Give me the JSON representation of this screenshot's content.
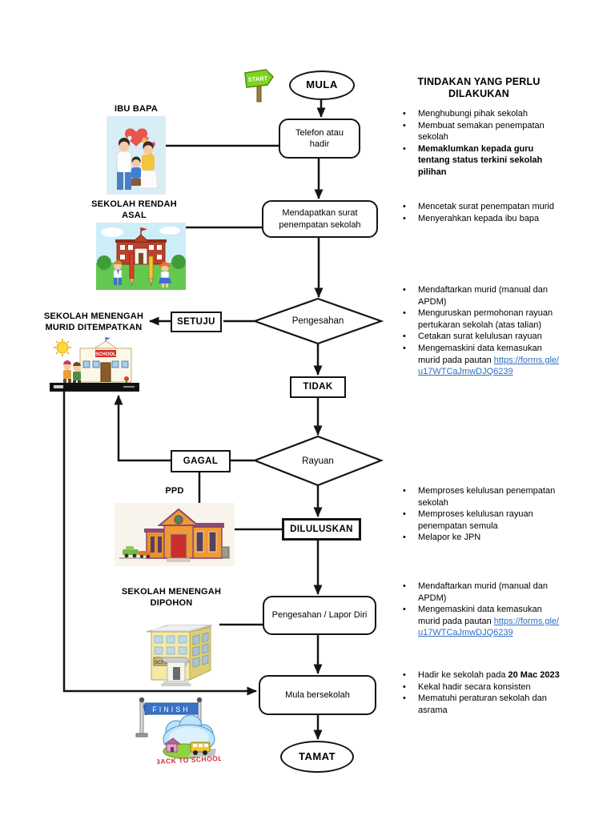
{
  "colors": {
    "link": "#2f6fc4",
    "line": "#141414",
    "text": "#000000"
  },
  "flowchart": {
    "nodes": {
      "start": "MULA",
      "telefon": "Telefon atau hadir",
      "surat": "Mendapatkan surat penempatan sekolah",
      "pengesahan": "Pengesahan",
      "setuju": "SETUJU",
      "tidak": "TIDAK",
      "rayuan": "Rayuan",
      "gagal": "GAGAL",
      "diluluskan": "DILULUSKAN",
      "lapor_diri": "Pengesahan / Lapor Diri",
      "mula_bersekolah": "Mula bersekolah",
      "tamat": "TAMAT"
    },
    "actors": {
      "ibu_bapa": "IBU BAPA",
      "sekolah_rendah_asal": "SEKOLAH RENDAH\nASAL",
      "sekolah_menengah_ditempatkan": "SEKOLAH MENENGAH\nMURID DITEMPATKAN",
      "ppd": "PPD",
      "sekolah_menengah_dipohon": "SEKOLAH MENENGAH\nDIPOHON"
    },
    "clipart_text": {
      "start_sign": "START",
      "finish_banner": "FINISH",
      "back_to_school": "BACK TO SCHOOL",
      "placed_school_sign": "SCHOOL",
      "applied_school_sign": "SCHOOL"
    }
  },
  "actions": {
    "title": "TINDAKAN YANG PERLU\nDILAKUKAN",
    "groups": [
      {
        "items": [
          [
            {
              "t": "Menghubungi pihak sekolah",
              "s": "n"
            }
          ],
          [
            {
              "t": "Membuat semakan penempatan sekolah",
              "s": "n"
            }
          ],
          [
            {
              "t": "Memaklumkan kepada guru tentang status terkini sekolah pilihan",
              "s": "b"
            }
          ]
        ]
      },
      {
        "items": [
          [
            {
              "t": "Mencetak surat penempatan murid",
              "s": "n"
            }
          ],
          [
            {
              "t": "Menyerahkan kepada ibu bapa",
              "s": "n"
            }
          ]
        ]
      },
      {
        "items": [
          [
            {
              "t": "Mendaftarkan murid (manual dan APDM)",
              "s": "n"
            }
          ],
          [
            {
              "t": "Menguruskan permohonan rayuan pertukaran sekolah (atas talian)",
              "s": "n"
            }
          ],
          [
            {
              "t": "Cetakan surat kelulusan rayuan",
              "s": "n"
            }
          ],
          [
            {
              "t": "Mengemaskini data kemasukan murid pada pautan ",
              "s": "n"
            },
            {
              "t": "https://forms.gle/u17WTCaJmwDJQ6239",
              "s": "l"
            }
          ]
        ]
      },
      {
        "items": [
          [
            {
              "t": "Memproses kelulusan penempatan sekolah",
              "s": "n"
            }
          ],
          [
            {
              "t": "Memproses kelulusan rayuan penempatan semula",
              "s": "n"
            }
          ],
          [
            {
              "t": "Melapor ke JPN",
              "s": "n"
            }
          ]
        ]
      },
      {
        "items": [
          [
            {
              "t": "Mendaftarkan murid (manual dan APDM)",
              "s": "n"
            }
          ],
          [
            {
              "t": "Mengemaskini data kemasukan murid pada pautan ",
              "s": "n"
            },
            {
              "t": "https://forms.gle/u17WTCaJmwDJQ6239",
              "s": "l"
            }
          ]
        ]
      },
      {
        "items": [
          [
            {
              "t": "Hadir ke sekolah pada ",
              "s": "n"
            },
            {
              "t": "20 Mac 2023",
              "s": "b"
            }
          ],
          [
            {
              "t": "Kekal hadir secara konsisten",
              "s": "n"
            }
          ],
          [
            {
              "t": "Mematuhi peraturan sekolah dan asrama",
              "s": "n"
            }
          ]
        ]
      }
    ]
  }
}
